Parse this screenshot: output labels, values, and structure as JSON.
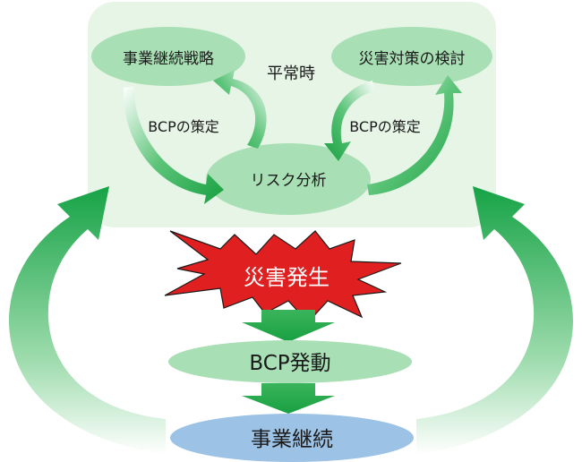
{
  "diagram": {
    "normal_time": {
      "label": "平常時",
      "business_strategy": "事業継続戦略",
      "disaster_measures": "災害対策の検討",
      "risk_analysis": "リスク分析",
      "bcp_formulation_left": "BCPの策定",
      "bcp_formulation_right": "BCPの策定"
    },
    "disaster": "災害発生",
    "bcp_activation": "BCP発動",
    "business_continuity": "事業継続"
  },
  "colors": {
    "panel_fill": "#e6f5e6",
    "ellipse_green": "#a8dfb4",
    "ellipse_blue": "#9cc2e5",
    "arrow_green": "#1fa94a",
    "burst_red": "#e02020"
  }
}
